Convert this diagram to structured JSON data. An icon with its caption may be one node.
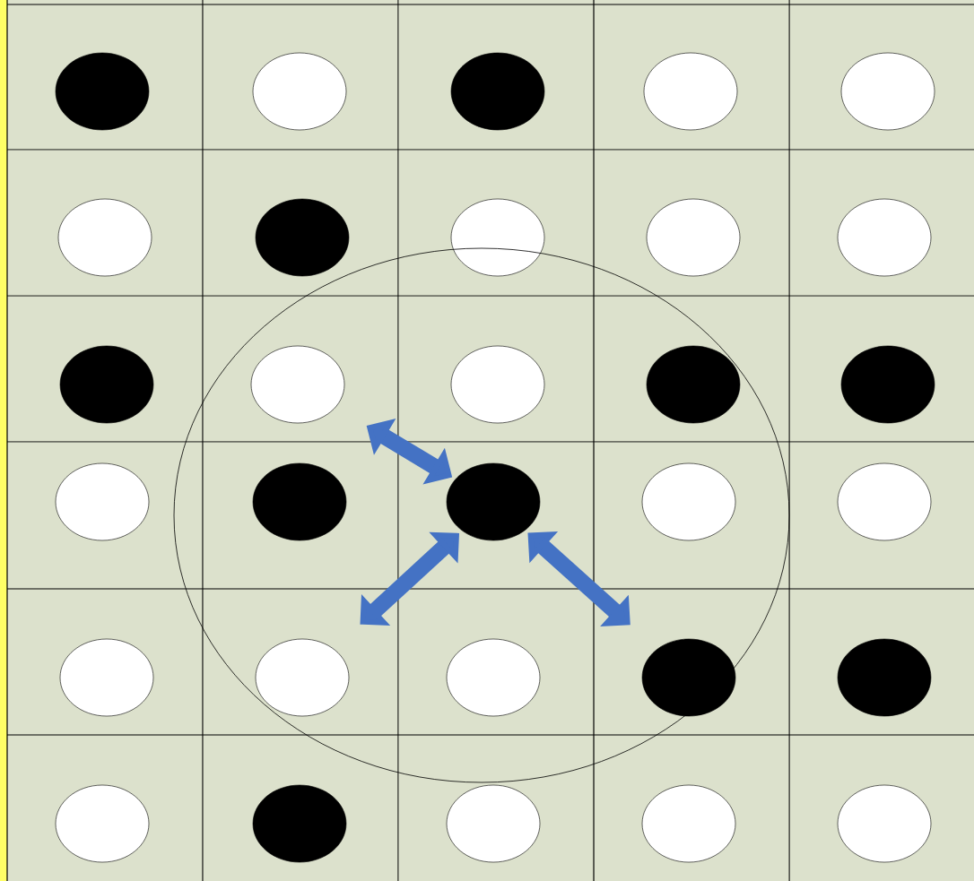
{
  "diagram": {
    "nodes": [
      {
        "text": [],
        "shape": "ellipse"
      },
      {
        "text": [],
        "shape": "ellipse"
      },
      {
        "text": [],
        "shape": "ellipse"
      },
      {
        "text": [],
        "shape": "ellipse"
      },
      {
        "text": [],
        "shape": "ellipse"
      },
      {
        "text": [],
        "shape": "ellipse"
      },
      {
        "text": [],
        "shape": "ellipse"
      },
      {
        "text": [],
        "shape": "ellipse"
      },
      {
        "text": [],
        "shape": "ellipse"
      },
      {
        "text": [],
        "shape": "ellipse"
      },
      {
        "text": [],
        "shape": "ellipse"
      },
      {
        "text": [],
        "shape": "ellipse"
      },
      {
        "text": [],
        "shape": "ellipse"
      },
      {
        "text": [],
        "shape": "ellipse"
      },
      {
        "text": [],
        "shape": "ellipse"
      },
      {
        "text": [],
        "shape": "ellipse"
      },
      {
        "text": [],
        "shape": "ellipse"
      },
      {
        "text": [],
        "shape": "ellipse"
      },
      {
        "text": [],
        "shape": "ellipse"
      },
      {
        "text": [],
        "shape": "ellipse"
      },
      {
        "text": [],
        "shape": "ellipse"
      },
      {
        "text": [],
        "shape": "ellipse"
      },
      {
        "text": [],
        "shape": "ellipse"
      },
      {
        "text": [],
        "shape": "ellipse"
      },
      {
        "text": [],
        "shape": "ellipse"
      },
      {
        "text": [],
        "shape": "ellipse"
      },
      {
        "text": [],
        "shape": "ellipse"
      },
      {
        "text": [],
        "shape": "ellipse"
      },
      {
        "text": [],
        "shape": "ellipse"
      },
      {
        "text": [],
        "shape": "ellipse"
      }
    ],
    "edges": [
      {
        "from": 17,
        "to": 11,
        "arrow": "both"
      },
      {
        "from": 17,
        "to": 21,
        "arrow": "both"
      },
      {
        "from": 17,
        "to": 23,
        "arrow": "both"
      }
    ]
  }
}
